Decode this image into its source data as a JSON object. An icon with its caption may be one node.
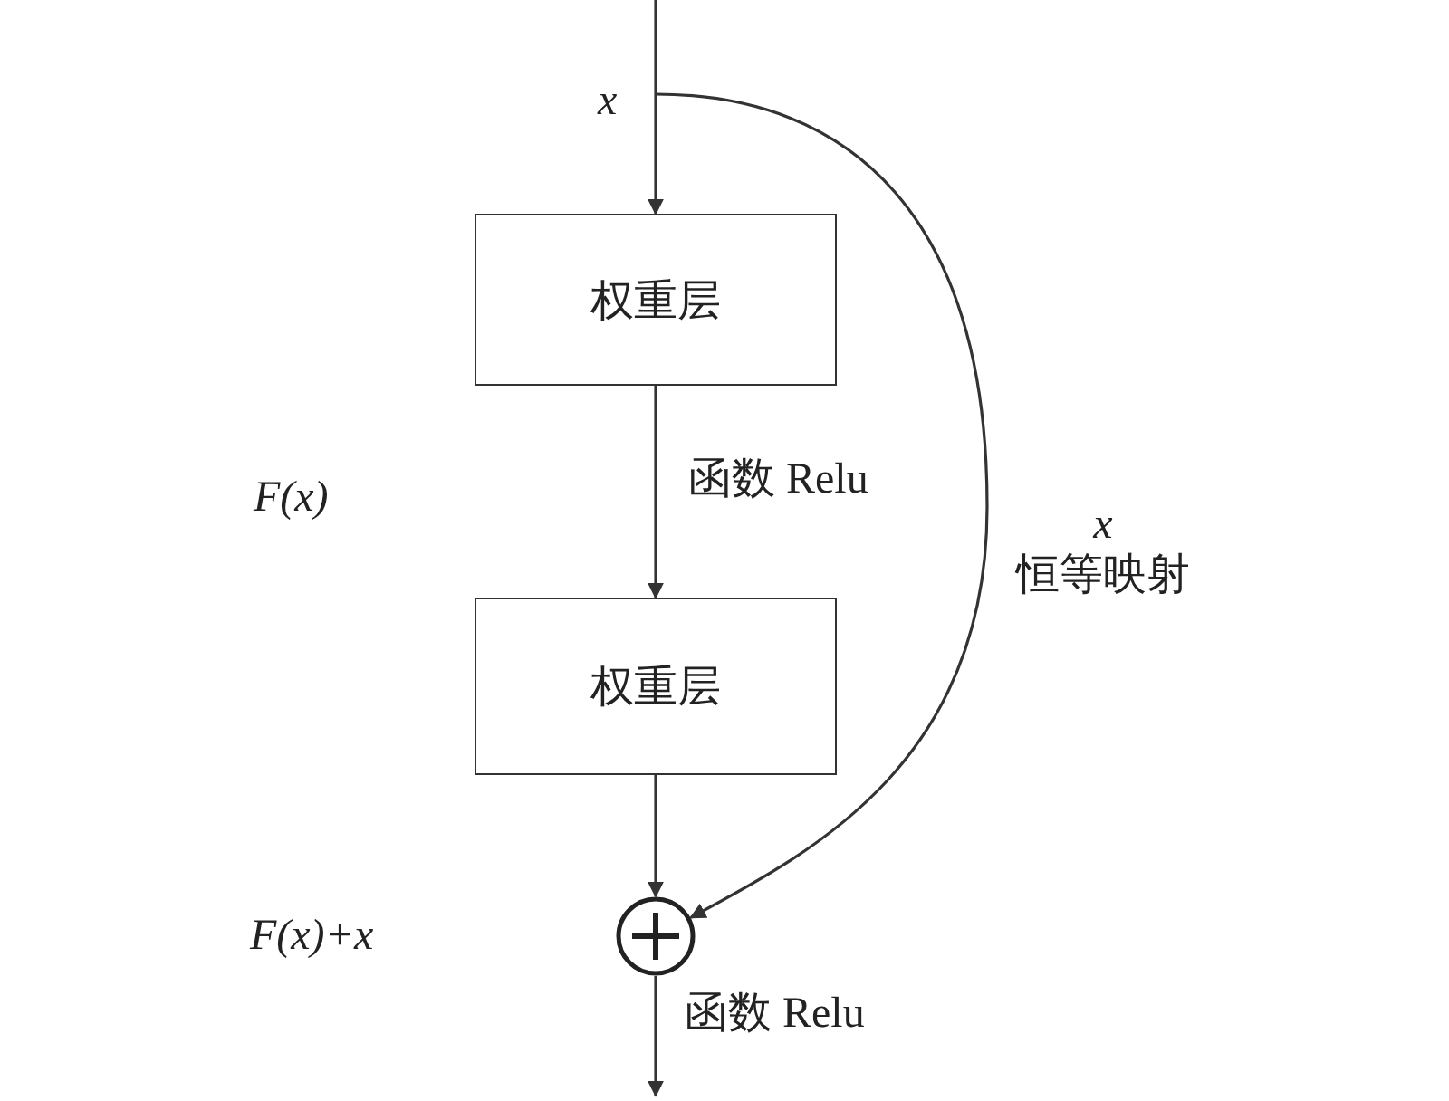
{
  "diagram": {
    "nodes": [
      {
        "text": [
          "权重层"
        ]
      },
      {
        "text": [
          "权重层"
        ]
      },
      {
        "text": [],
        "shape": "circle"
      }
    ],
    "edges": [
      {
        "from": null,
        "to": 0,
        "arrow": "to",
        "label": "x"
      },
      {
        "from": 0,
        "to": 1,
        "arrow": "to",
        "label": "函数 Relu"
      },
      {
        "from": 1,
        "to": 2,
        "arrow": "to"
      },
      {
        "from": null,
        "to": 2,
        "arrow": "to",
        "label": "*x* 恒等映射"
      },
      {
        "from": 2,
        "to": null,
        "arrow": "to",
        "label": "函数 Relu"
      }
    ],
    "labels": [
      "F(x)",
      "F(x)+x"
    ]
  }
}
